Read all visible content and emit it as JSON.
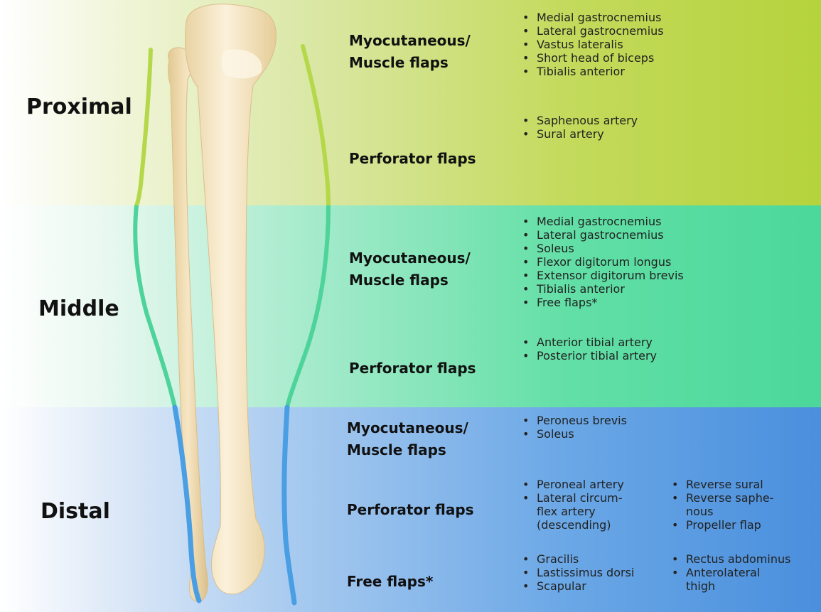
{
  "regions": {
    "proximal": "Proximal",
    "middle": "Middle",
    "distal": "Distal"
  },
  "categories": {
    "proximal_myo_line1": "Myocutaneous/",
    "proximal_myo_line2": "Muscle flaps",
    "proximal_perf": "Perforator flaps",
    "middle_myo_line1": "Myocutaneous/",
    "middle_myo_line2": "Muscle flaps",
    "middle_perf": "Perforator flaps",
    "distal_myo_line1": "Myocutaneous/",
    "distal_myo_line2": "Muscle flaps",
    "distal_perf": "Perforator flaps",
    "distal_free": "Free flaps*"
  },
  "lists": {
    "proximal_myo": [
      "Medial gastrocnemius",
      "Lateral gastrocnemius",
      "Vastus lateralis",
      "Short head of biceps",
      "Tibialis anterior"
    ],
    "proximal_perf": [
      "Saphenous artery",
      "Sural artery"
    ],
    "middle_myo": [
      "Medial gastrocnemius",
      "Lateral gastrocnemius",
      "Soleus",
      "Flexor digitorum longus",
      "Extensor digitorum brevis",
      "Tibialis anterior",
      "Free flaps*"
    ],
    "middle_perf": [
      "Anterior tibial artery",
      "Posterior tibial artery"
    ],
    "distal_myo": [
      "Peroneus brevis",
      "Soleus"
    ],
    "distal_perf_col1": [
      {
        "l1": "Peroneal artery",
        "l2": "",
        "l3": ""
      },
      {
        "l1": "Lateral circum-",
        "l2": "flex artery",
        "l3": "(descending)"
      }
    ],
    "distal_perf_col2": [
      {
        "l1": "Reverse sural",
        "l2": ""
      },
      {
        "l1": "Reverse saphe-",
        "l2": "nous"
      },
      {
        "l1": "Propeller flap",
        "l2": ""
      }
    ],
    "distal_free_col1": [
      "Gracilis",
      "Lastissimus dorsi",
      "Scapular"
    ],
    "distal_free_col2": [
      {
        "l1": "Rectus abdominus",
        "l2": ""
      },
      {
        "l1": "Anterolateral",
        "l2": "thigh"
      }
    ]
  },
  "colors": {
    "proximal_outline": "#b5d84a",
    "middle_outline": "#4ed39b",
    "distal_outline": "#4a9ee3",
    "bone": "#f3e2bf"
  }
}
